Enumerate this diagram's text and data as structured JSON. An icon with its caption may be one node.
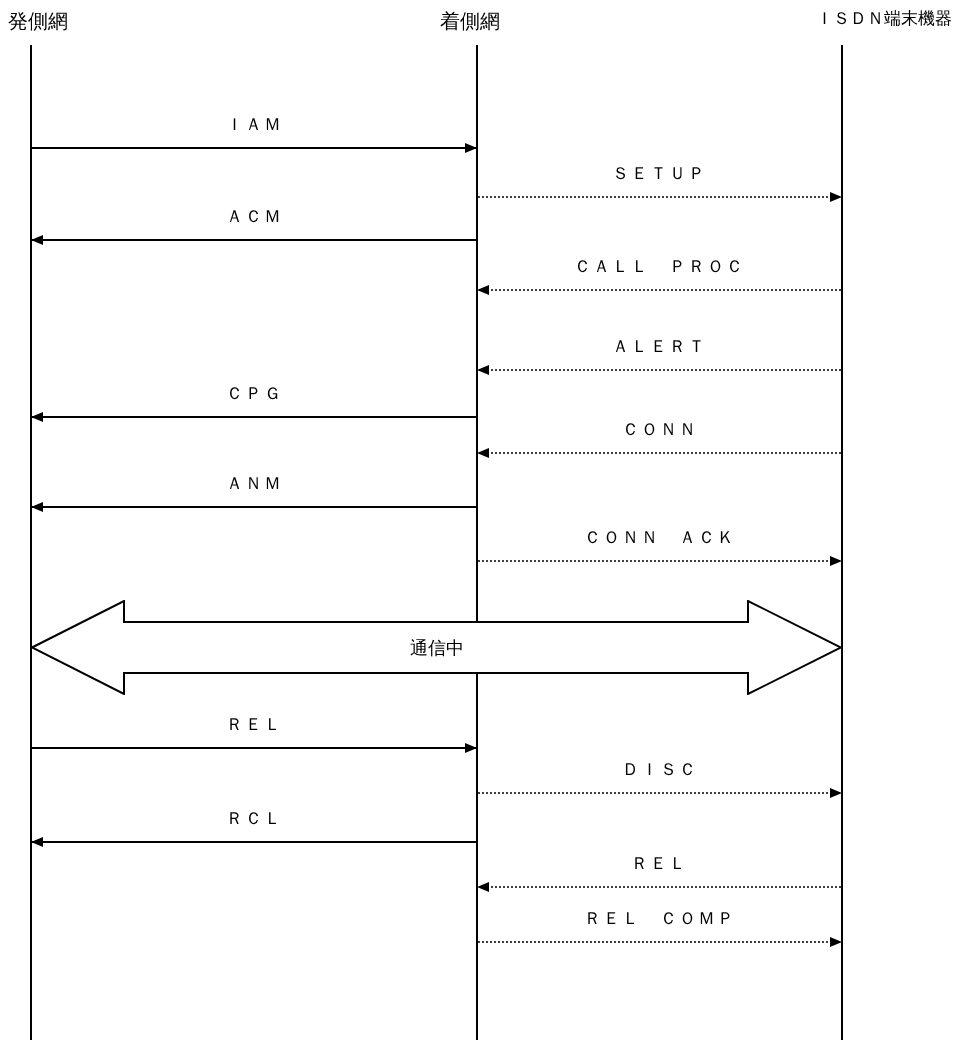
{
  "diagram": {
    "nodes": [
      {
        "text": [],
        "shape": "line",
        "beside": [
          "発側網"
        ]
      },
      {
        "text": [],
        "shape": "line",
        "beside": [
          "着側網"
        ]
      },
      {
        "text": [],
        "shape": "line",
        "beside": [
          "ＩＳＤＮ端末機器"
        ]
      },
      {
        "text": [
          "通信中"
        ]
      }
    ],
    "edges": [
      {
        "from": 0,
        "to": 1,
        "arrow": "to",
        "label": "ＩＡＭ"
      },
      {
        "from": 1,
        "to": 2,
        "arrow": "to",
        "label": "ＳＥＴＵＰ",
        "style": "dashed"
      },
      {
        "from": 1,
        "to": 0,
        "arrow": "to",
        "label": "ＡＣＭ"
      },
      {
        "from": 2,
        "to": 1,
        "arrow": "to",
        "label": "ＣＡＬＬ　ＰＲＯＣ",
        "style": "dashed"
      },
      {
        "from": 2,
        "to": 1,
        "arrow": "to",
        "label": "ＡＬＥＲＴ",
        "style": "dashed"
      },
      {
        "from": 1,
        "to": 0,
        "arrow": "to",
        "label": "ＣＰＧ"
      },
      {
        "from": 2,
        "to": 1,
        "arrow": "to",
        "label": "ＣＯＮＮ",
        "style": "dashed"
      },
      {
        "from": 1,
        "to": 0,
        "arrow": "to",
        "label": "ＡＮＭ"
      },
      {
        "from": 1,
        "to": 2,
        "arrow": "to",
        "label": "ＣＯＮＮ　ＡＣＫ",
        "style": "dashed"
      },
      {
        "from": 0,
        "to": 1,
        "arrow": "to",
        "label": "ＲＥＬ"
      },
      {
        "from": 1,
        "to": 2,
        "arrow": "to",
        "label": "ＤＩＳＣ",
        "style": "dashed"
      },
      {
        "from": 1,
        "to": 0,
        "arrow": "to",
        "label": "ＲＣＬ"
      },
      {
        "from": 2,
        "to": 1,
        "arrow": "to",
        "label": "ＲＥＬ",
        "style": "dashed"
      },
      {
        "from": 1,
        "to": 2,
        "arrow": "to",
        "label": "ＲＥＬ　ＣＯＭＰ",
        "style": "dashed"
      }
    ]
  }
}
